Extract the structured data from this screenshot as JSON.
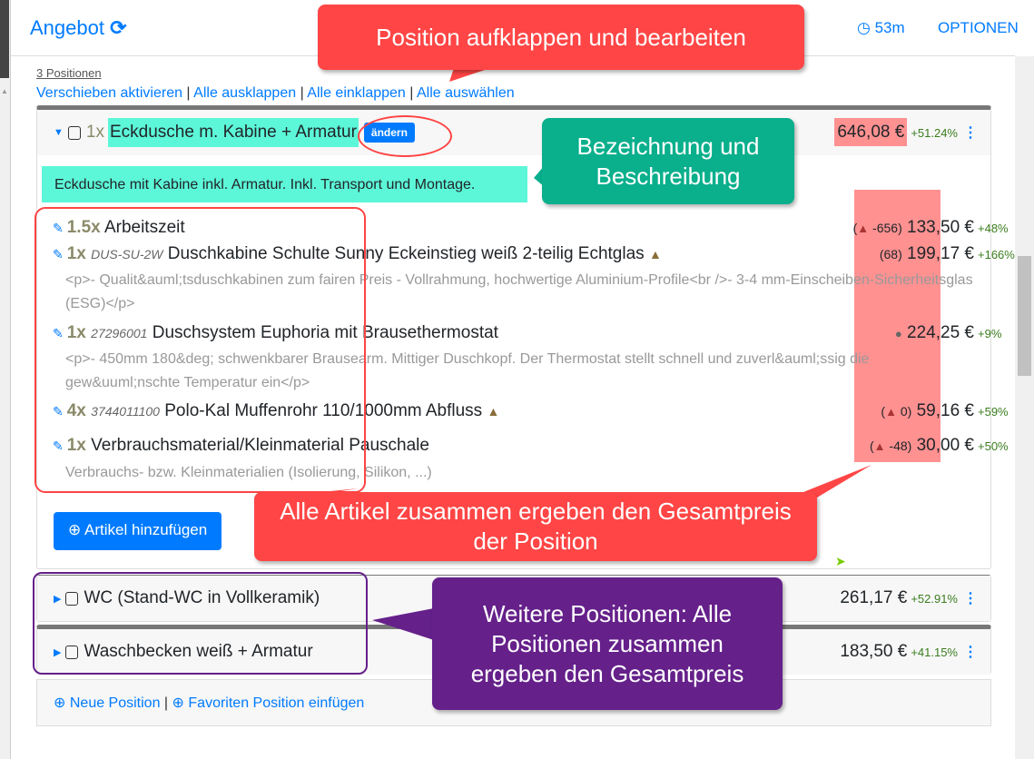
{
  "header": {
    "title": "Angebot",
    "timer": "53m",
    "options": "OPTIONEN"
  },
  "summary": {
    "count": "3 Positionen",
    "actions": [
      "Verschieben aktivieren",
      "Alle ausklappen",
      "Alle einklappen",
      "Alle auswählen"
    ]
  },
  "position1": {
    "qty": "1x",
    "title": "Eckdusche m. Kabine + Armatur",
    "edit": "ändern",
    "price": "646,08 €",
    "pct": "+51.24%",
    "description": "Eckdusche mit Kabine inkl. Armatur. Inkl. Transport und Montage.",
    "articles": [
      {
        "qty": "1.5x",
        "code": "",
        "name": "Arbeitszeit",
        "note": "-656",
        "price": "133,50 €",
        "pct": "+48%",
        "desc": ""
      },
      {
        "qty": "1x",
        "code": "DUS-SU-2W",
        "name": "Duschkabine Schulte Sunny Eckeinstieg weiß 2-teilig Echtglas",
        "note": "68",
        "price": "199,17 €",
        "pct": "+166%",
        "desc": "<p>- Qualit&auml;tsduschkabinen zum fairen Preis - Vollrahmung, hochwertige Aluminium-Profile<br />- 3-4 mm-Einscheiben-Sicherheitsglas (ESG)</p>"
      },
      {
        "qty": "1x",
        "code": "27296001",
        "name": "Duschsystem Euphoria mit Brausethermostat",
        "note": "",
        "price": "224,25 €",
        "pct": "+9%",
        "desc": "<p>- 450mm 180&deg; schwenkbarer Brausearm. Mittiger Duschkopf. Der Thermostat stellt schnell und zuverl&auml;ssig die gew&uuml;nschte Temperatur ein</p>"
      },
      {
        "qty": "4x",
        "code": "3744011100",
        "name": "Polo-Kal Muffenrohr 110/1000mm Abfluss",
        "note": "0",
        "price": "59,16 €",
        "pct": "+59%",
        "desc": ""
      },
      {
        "qty": "1x",
        "code": "",
        "name": "Verbrauchsmaterial/Kleinmaterial Pauschale",
        "note": "-48",
        "price": "30,00 €",
        "pct": "+50%",
        "desc": "Verbrauchs- bzw. Kleinmaterialien (Isolierung, Silikon, ...)"
      }
    ],
    "add_article": "Artikel hinzufügen"
  },
  "position2": {
    "title": "WC (Stand-WC in Vollkeramik)",
    "price": "261,17 €",
    "pct": "+52.91%"
  },
  "position3": {
    "title": "Waschbecken weiß + Armatur",
    "price": "183,50 €",
    "pct": "+41.15%"
  },
  "footer": {
    "new_position": "Neue Position",
    "favorite_position": "Favoriten Position einfügen"
  },
  "callouts": {
    "c1": "Position aufklappen und bearbeiten",
    "c2": "Bezeichnung und Beschreibung",
    "c3": "Alle Artikel zusammen ergeben den Gesamtpreis der Position",
    "c4": "Weitere Positionen: Alle Positionen zusammen ergeben den Gesamtpreis"
  }
}
